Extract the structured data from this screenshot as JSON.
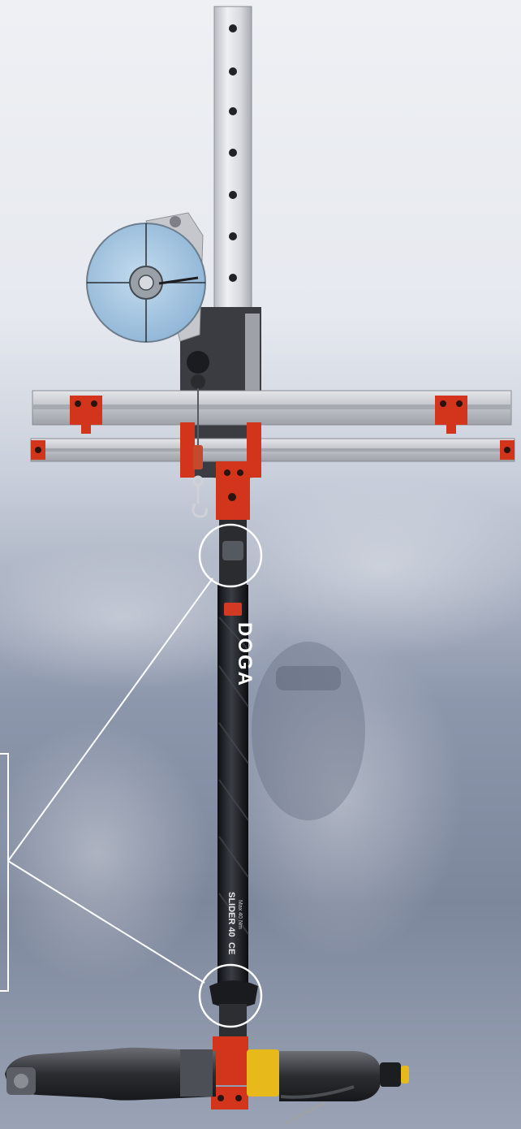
{
  "photo": {
    "subject": "tool support arm with balancer, rails and nutrunner",
    "brand_logo": "DOGA",
    "tube_model": "SLIDER 40",
    "tube_marks": "CE",
    "tube_small_text": "Max 40 Nm",
    "colors": {
      "rail_aluminum": "#c9ccd2",
      "column_aluminum": "#d7d9de",
      "bracket_red": "#d3341c",
      "balancer_blue": "#a7c8e2",
      "tube_black": "#1e2024",
      "callout_white": "#ffffff",
      "tool_yellow": "#e8b91a"
    }
  }
}
